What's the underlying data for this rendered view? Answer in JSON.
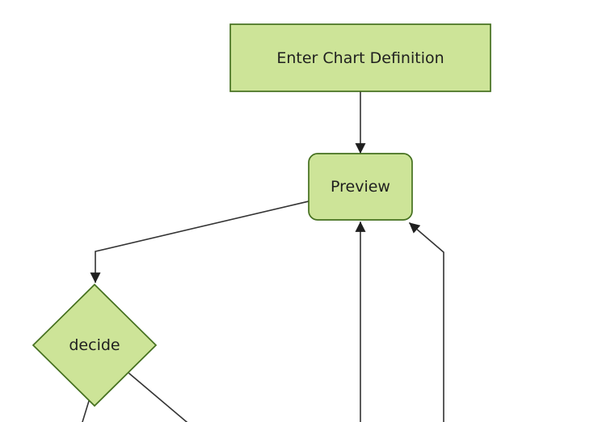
{
  "diagram": {
    "type": "flowchart",
    "orientation": "top-down",
    "nodes": [
      {
        "id": "enter-chart-definition",
        "label": "Enter Chart Definition",
        "shape": "rectangle"
      },
      {
        "id": "preview",
        "label": "Preview",
        "shape": "rounded-rectangle"
      },
      {
        "id": "decide",
        "label": "decide",
        "shape": "diamond"
      }
    ],
    "edges": [
      {
        "from": "enter-chart-definition",
        "to": "preview",
        "arrowhead": true
      },
      {
        "from": "preview",
        "to": "decide",
        "arrowhead": true
      },
      {
        "from": "decide",
        "to": "offscreen-bottom-left",
        "arrowhead": false
      },
      {
        "from": "decide",
        "to": "offscreen-bottom-right",
        "arrowhead": false
      },
      {
        "from": "offscreen-bottom-center",
        "to": "preview",
        "arrowhead": true
      },
      {
        "from": "offscreen-bottom-right",
        "to": "preview",
        "arrowhead": true
      }
    ]
  },
  "colors": {
    "background": "#ffffff",
    "node_fill": "#cde498",
    "node_stroke": "#45701f",
    "edge_line": "#333333",
    "arrowhead": "#1f1f1f",
    "label_text": "#1f1f1f"
  }
}
